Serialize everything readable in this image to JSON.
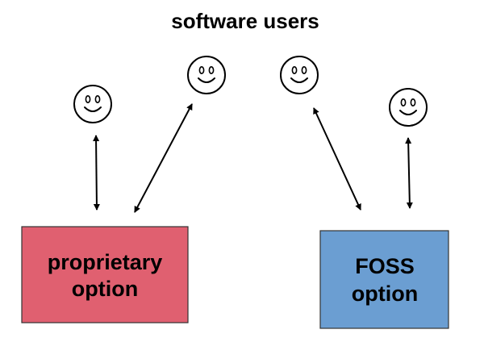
{
  "title": "software users",
  "users": [
    {
      "name": "smiley-face-1"
    },
    {
      "name": "smiley-face-2"
    },
    {
      "name": "smiley-face-3"
    },
    {
      "name": "smiley-face-4"
    }
  ],
  "boxes": {
    "proprietary": {
      "line1": "proprietary",
      "line2": "option",
      "color": "#e06070"
    },
    "foss": {
      "line1": "FOSS",
      "line2": "option",
      "color": "#6b9ed2"
    }
  },
  "connections": [
    {
      "from": "smiley-face-1",
      "to": "proprietary",
      "bidirectional": true
    },
    {
      "from": "smiley-face-2",
      "to": "proprietary",
      "bidirectional": true
    },
    {
      "from": "smiley-face-3",
      "to": "foss",
      "bidirectional": true
    },
    {
      "from": "smiley-face-4",
      "to": "foss",
      "bidirectional": true
    }
  ],
  "colors": {
    "stroke": "#000000",
    "background": "#ffffff"
  }
}
